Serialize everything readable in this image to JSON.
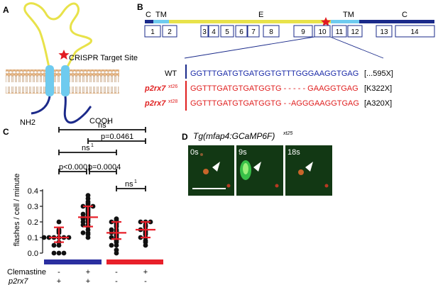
{
  "panels": {
    "A": {
      "letter": "A",
      "crispr_label": "CRISPR Target Site",
      "nh2": "NH2",
      "cooh": "COOH"
    },
    "B": {
      "letter": "B",
      "domains": [
        "C",
        "TM",
        "E",
        "TM",
        "C"
      ],
      "exons": [
        "1",
        "2",
        "3",
        "4",
        "5",
        "6",
        "7",
        "8",
        "9",
        "10",
        "11",
        "12",
        "13",
        "14"
      ],
      "sequences": [
        {
          "label": "WT",
          "seq": "GGTTTGATGTGATGGTGTTTGGGAAGGTGAG",
          "note": "[...595X]",
          "color": "#1a2aa8"
        },
        {
          "label": "p2rx7",
          "sup": "xt26",
          "seq": "GGTTTGATGTGATGGTG - - - - - GAAGGTGAG",
          "note": "[K322X]",
          "color": "#e02020"
        },
        {
          "label": "p2rx7",
          "sup": "xt28",
          "seq": "GGTTTGATGTGATGGTG - -AGGGAAGGTGAG",
          "note": "[A320X]",
          "color": "#e02020"
        }
      ]
    },
    "C": {
      "letter": "C",
      "ylabel": "flashes / cell / minute",
      "yticks": [
        "0.0",
        "0.1",
        "0.2",
        "0.3",
        "0.4"
      ],
      "brackets": [
        "ns",
        "p=0.0461",
        "ns",
        "p<0.0001",
        "p=0.0004",
        "ns"
      ],
      "bracket_sups": [
        "2",
        "",
        "1",
        "",
        "",
        "1"
      ],
      "row_labels": [
        "Clemastine",
        "p2rx7"
      ],
      "clemastine_signs": [
        "-",
        "+",
        "-",
        "+"
      ],
      "p2rx7_signs": [
        "+",
        "+",
        "-",
        "-"
      ],
      "bar_colors": [
        "#2b2fa0",
        "#e8202a"
      ]
    },
    "D": {
      "letter": "D",
      "title": "Tg(mfap4:GCaMP6F)",
      "title_sup": "xt25",
      "frames": [
        "0s",
        "9s",
        "18s"
      ]
    }
  },
  "chart_data": {
    "type": "scatter",
    "categories": [
      "1",
      "2",
      "3",
      "4"
    ],
    "ylim": [
      0,
      0.4
    ],
    "ylabel": "flashes / cell / minute",
    "series": [
      {
        "values": [
          0.0,
          0.0,
          0.0,
          0.05,
          0.05,
          0.07,
          0.1,
          0.1,
          0.1,
          0.1,
          0.1,
          0.1,
          0.13,
          0.14,
          0.15,
          0.2
        ],
        "median": 0.1,
        "iqr": [
          0.07,
          0.165
        ]
      },
      {
        "values": [
          0.1,
          0.12,
          0.13,
          0.13,
          0.15,
          0.17,
          0.18,
          0.18,
          0.2,
          0.2,
          0.21,
          0.22,
          0.22,
          0.23,
          0.23,
          0.24,
          0.25,
          0.25,
          0.26,
          0.27,
          0.28,
          0.29,
          0.3,
          0.3,
          0.3,
          0.31,
          0.32,
          0.33,
          0.35,
          0.37
        ],
        "median": 0.23,
        "iqr": [
          0.17,
          0.3
        ]
      },
      {
        "values": [
          0.0,
          0.02,
          0.05,
          0.05,
          0.07,
          0.08,
          0.09,
          0.1,
          0.1,
          0.11,
          0.12,
          0.13,
          0.13,
          0.14,
          0.15,
          0.15,
          0.17,
          0.18,
          0.19,
          0.2,
          0.2,
          0.21,
          0.22
        ],
        "median": 0.13,
        "iqr": [
          0.09,
          0.2
        ]
      },
      {
        "values": [
          0.05,
          0.07,
          0.08,
          0.1,
          0.1,
          0.12,
          0.13,
          0.14,
          0.15,
          0.15,
          0.17,
          0.18,
          0.2,
          0.2,
          0.2
        ],
        "median": 0.15,
        "iqr": [
          0.1,
          0.2
        ]
      }
    ]
  }
}
